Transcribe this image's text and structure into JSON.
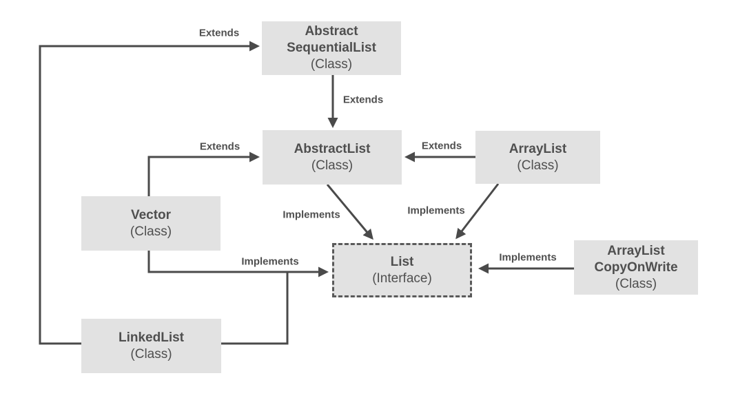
{
  "diagram": {
    "nodes": [
      {
        "id": "abstract-sequential-list",
        "line1": "Abstract",
        "line2": "SequentialList",
        "subtitle": "(Class)"
      },
      {
        "id": "abstract-list",
        "line1": "AbstractList",
        "line2": "",
        "subtitle": "(Class)"
      },
      {
        "id": "array-list",
        "line1": "ArrayList",
        "line2": "",
        "subtitle": "(Class)"
      },
      {
        "id": "vector",
        "line1": "Vector",
        "line2": "",
        "subtitle": "(Class)"
      },
      {
        "id": "list-interface",
        "line1": "List",
        "line2": "",
        "subtitle": "(Interface)"
      },
      {
        "id": "array-list-copy-on-write",
        "line1": "ArrayList",
        "line2": "CopyOnWrite",
        "subtitle": "(Class)"
      },
      {
        "id": "linked-list",
        "line1": "LinkedList",
        "line2": "",
        "subtitle": "(Class)"
      }
    ],
    "edges": [
      {
        "id": "linkedlist-extends-abstractsequentiallist",
        "label": "Extends"
      },
      {
        "id": "abstractsequentiallist-extends-abstractlist",
        "label": "Extends"
      },
      {
        "id": "vector-extends-abstractlist",
        "label": "Extends"
      },
      {
        "id": "arraylist-extends-abstractlist",
        "label": "Extends"
      },
      {
        "id": "abstractlist-implements-list",
        "label": "Implements"
      },
      {
        "id": "arraylist-implements-list",
        "label": "Implements"
      },
      {
        "id": "vector-linkedlist-implements-list",
        "label": "Implements"
      },
      {
        "id": "arraylistcopyonwrite-implements-list",
        "label": "Implements"
      }
    ]
  },
  "colors": {
    "background": "#ffffff",
    "box_fill": "#e2e2e2",
    "text": "#4f4f4f",
    "line": "#4a4a4a",
    "dash_border": "#5a5a5a"
  }
}
